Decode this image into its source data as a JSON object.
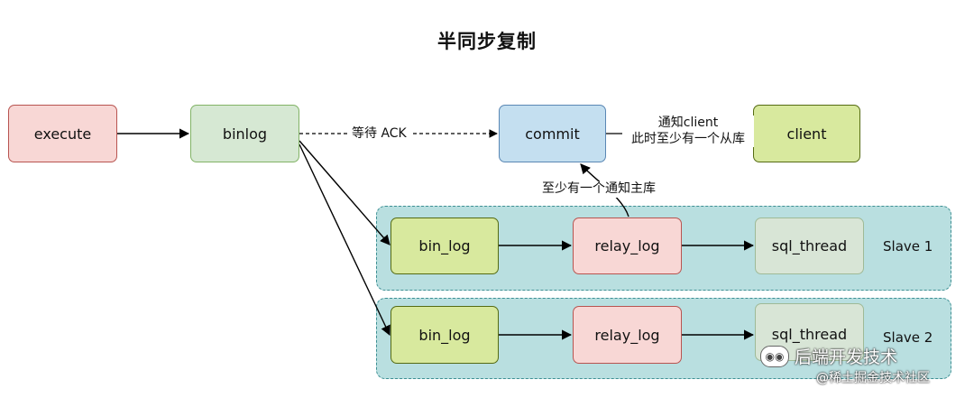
{
  "title": "半同步复制",
  "nodes": {
    "execute": "execute",
    "binlog": "binlog",
    "commit": "commit",
    "client": "client",
    "slave1_bin_log": "bin_log",
    "slave1_relay_log": "relay_log",
    "slave1_sql_thread": "sql_thread",
    "slave2_bin_log": "bin_log",
    "slave2_relay_log": "relay_log",
    "slave2_sql_thread": "sql_thread"
  },
  "groups": {
    "slave1": "Slave 1",
    "slave2": "Slave 2"
  },
  "edge_labels": {
    "wait_ack": "等待 ACK",
    "notify_client_line1": "通知client",
    "notify_client_line2": "此时至少有一个从库",
    "notify_master": "至少有一个通知主库"
  },
  "watermark": {
    "line1": "后端开发技术",
    "line2": "@稀土掘金技术社区"
  },
  "colors": {
    "red_fill": "#f8d7d5",
    "green_fill": "#d6e8d3",
    "blue_fill": "#c4dff0",
    "lime_fill": "#d8e99e",
    "group_fill": "#b9dfe0"
  }
}
